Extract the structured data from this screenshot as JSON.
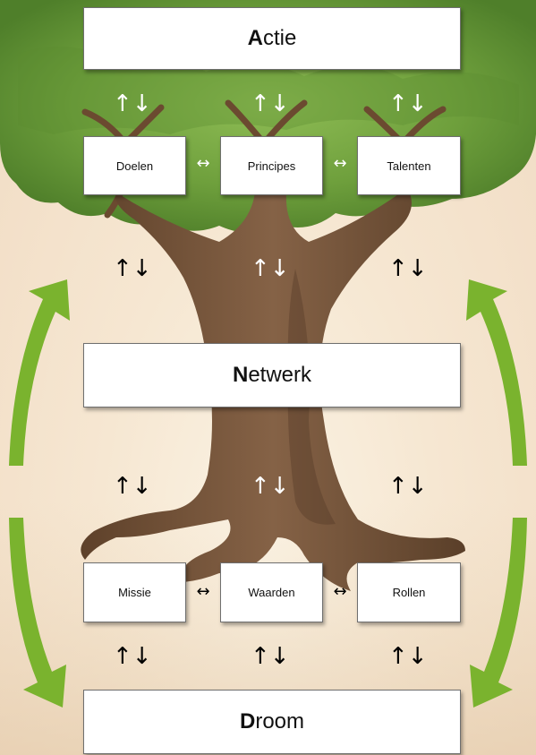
{
  "labels": {
    "actie_initial": "A",
    "actie_rest": "ctie",
    "netwerk_initial": "N",
    "netwerk_rest": "etwerk",
    "droom_initial": "D",
    "droom_rest": "room",
    "doelen": "Doelen",
    "principes": "Principes",
    "talenten": "Talenten",
    "missie": "Missie",
    "waarden": "Waarden",
    "rollen": "Rollen"
  },
  "symbols": {
    "updown": "↑↓",
    "leftright": "↔"
  },
  "colors": {
    "cycle_arrows": "#7ab32e",
    "foliage": "#7aa843",
    "trunk": "#7a5a3c"
  }
}
